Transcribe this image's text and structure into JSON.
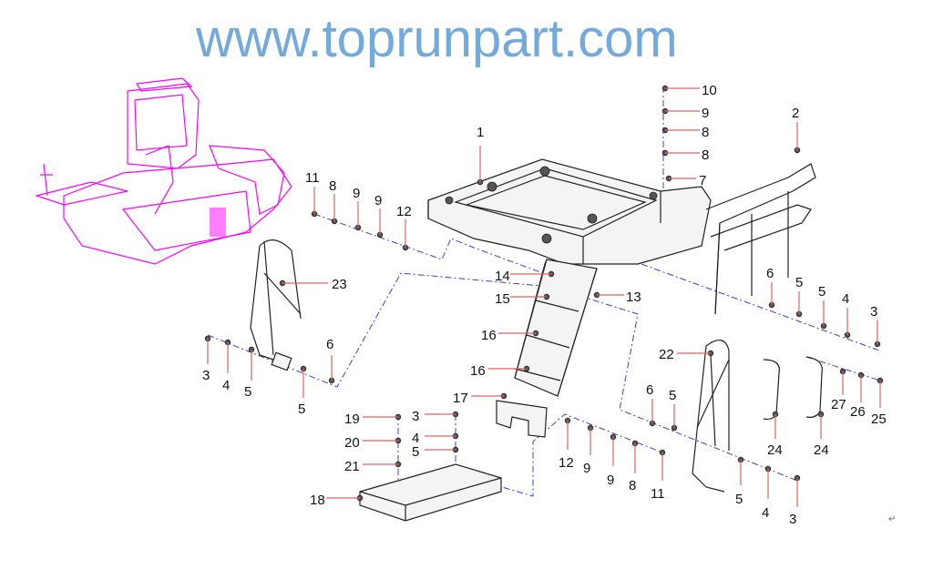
{
  "diagram": {
    "watermark": "www.toprunpart.com",
    "return_mark": "↵",
    "callouts": [
      "1",
      "10",
      "9",
      "8",
      "8",
      "7",
      "2",
      "11",
      "8",
      "9",
      "9",
      "12",
      "14",
      "15",
      "13",
      "16",
      "16",
      "23",
      "3",
      "4",
      "5",
      "5",
      "6",
      "6",
      "5",
      "5",
      "4",
      "3",
      "22",
      "6",
      "5",
      "24",
      "24",
      "27",
      "26",
      "25",
      "17",
      "3",
      "4",
      "5",
      "19",
      "20",
      "21",
      "18",
      "12",
      "9",
      "9",
      "8",
      "11",
      "5",
      "4",
      "3"
    ]
  },
  "colors": {
    "leader": "#e06060",
    "machine": "#ff00ff",
    "axis": "#3344cc",
    "watermark": "#5b9bd5"
  }
}
